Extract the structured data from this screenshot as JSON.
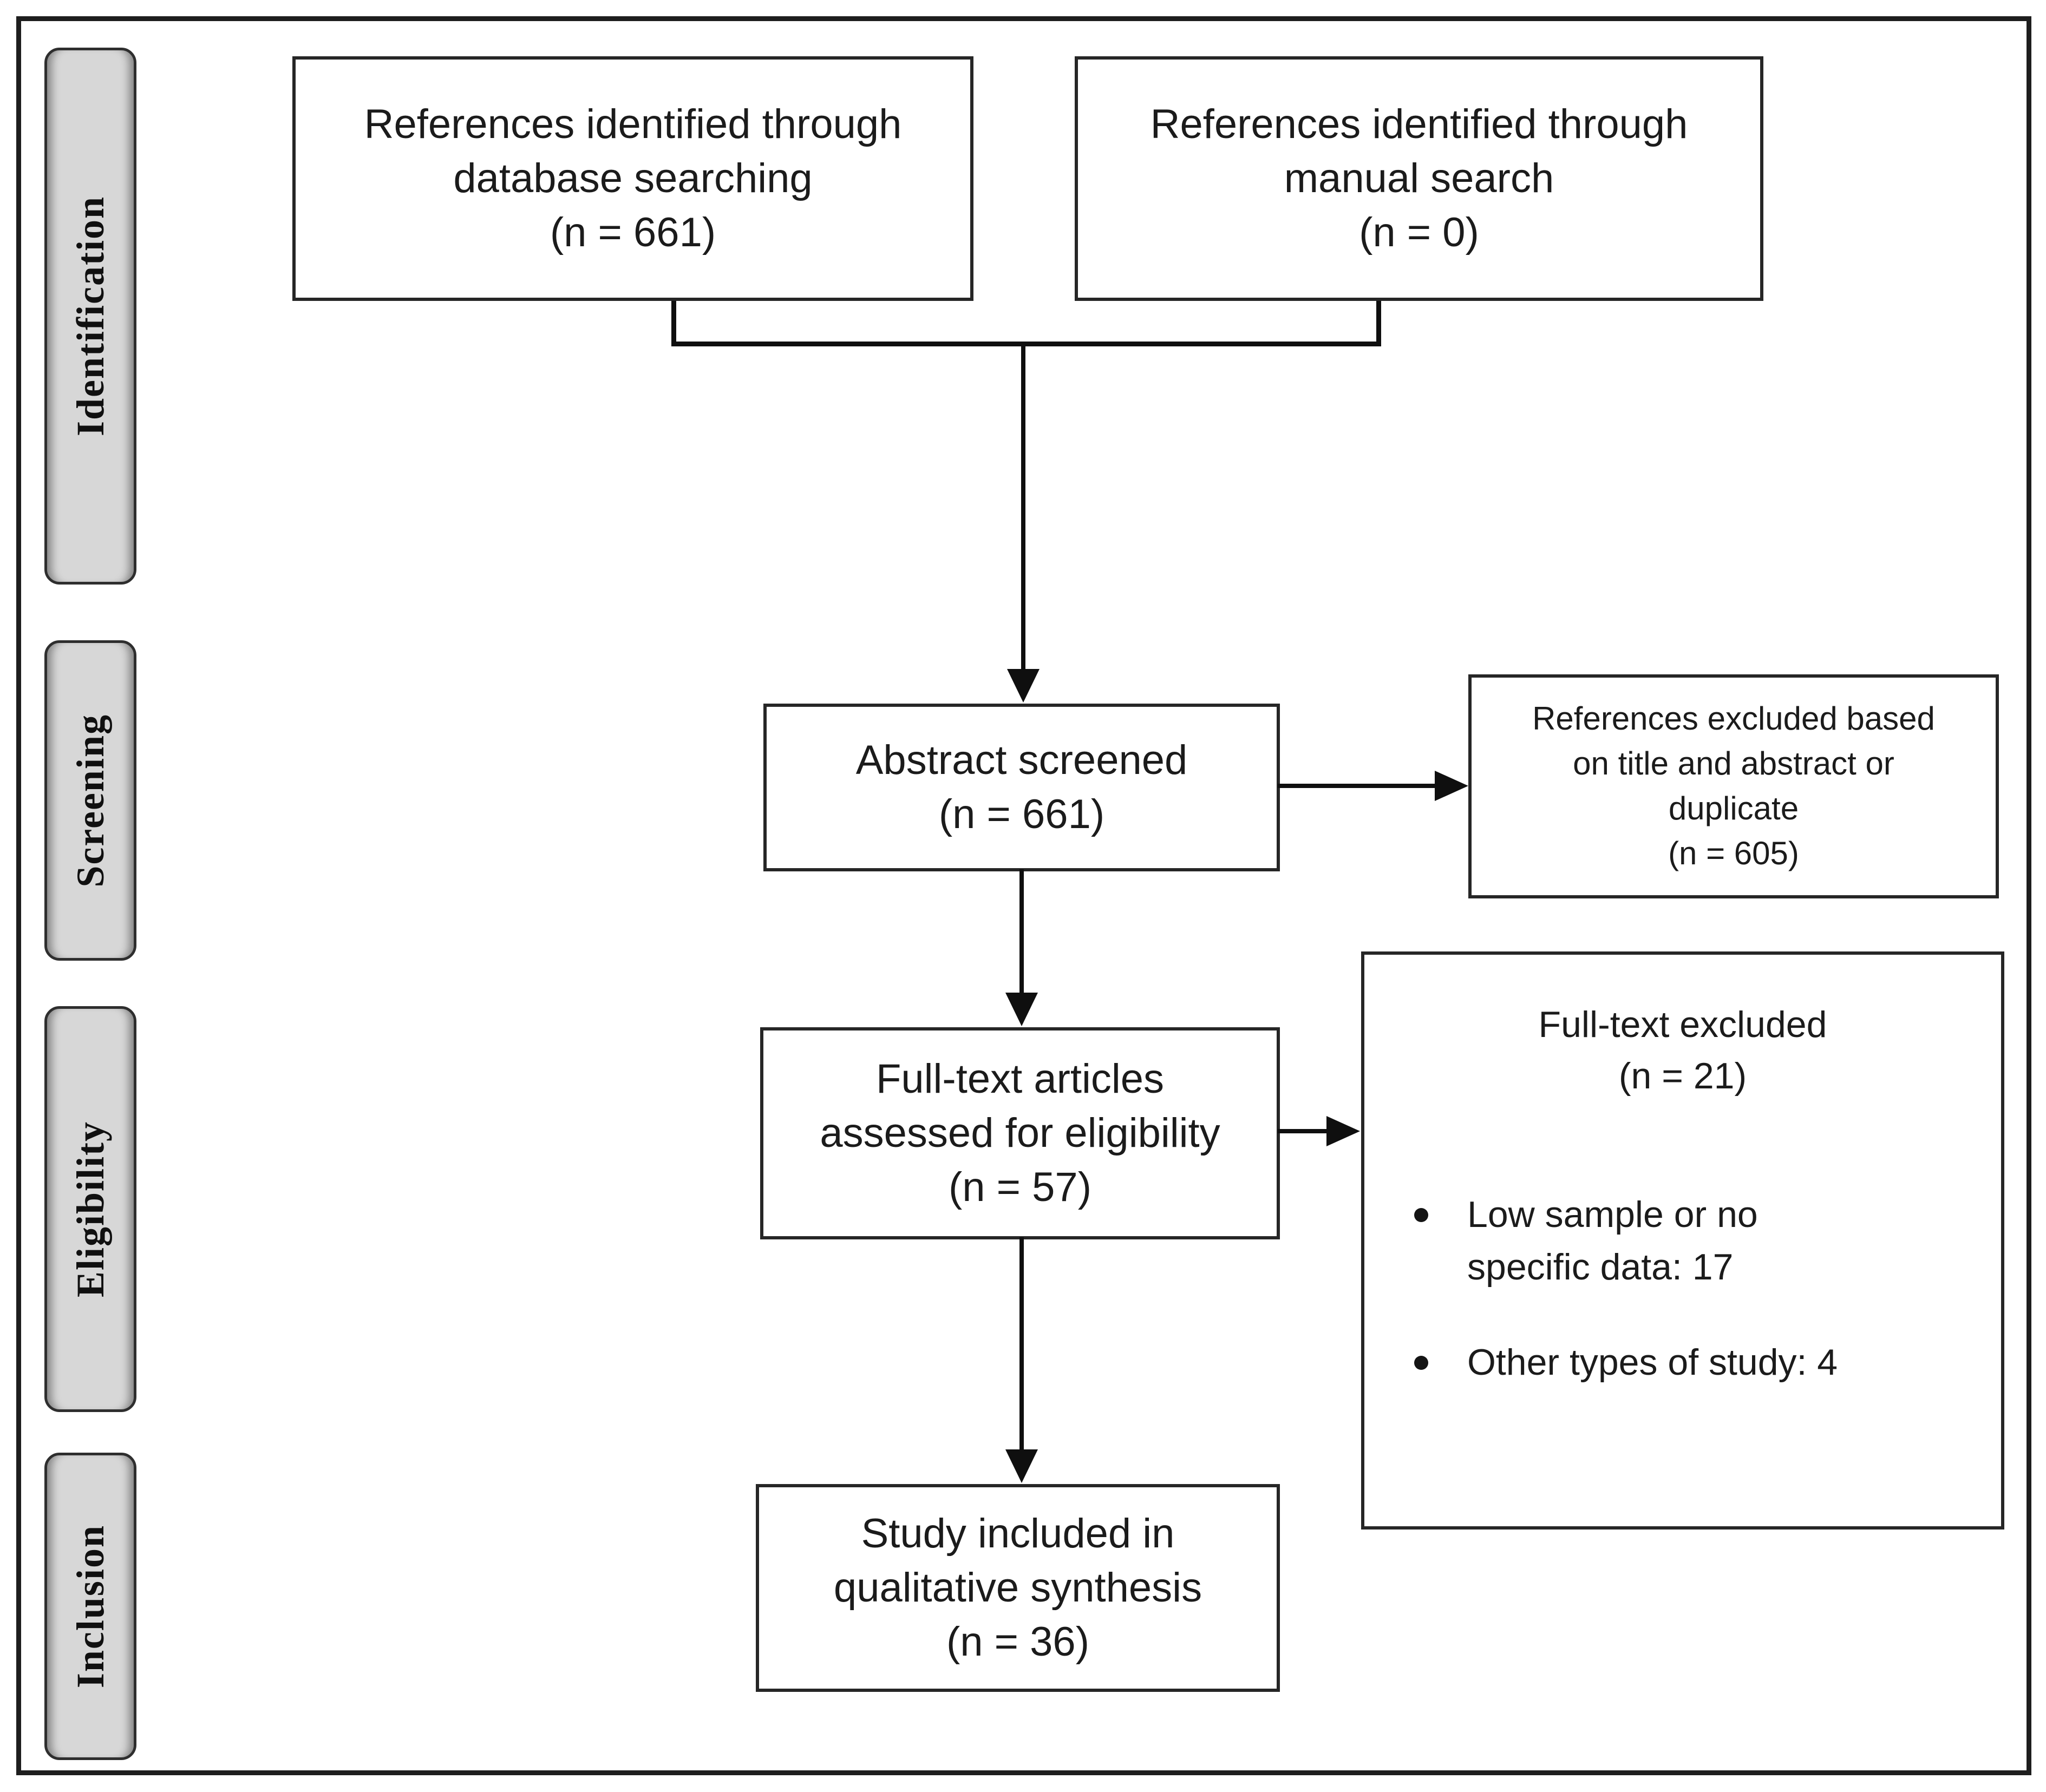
{
  "diagram": {
    "stages": {
      "identification": "Identification",
      "screening": "Screening",
      "eligibility": "Eligibility",
      "inclusion": "Inclusion"
    },
    "boxes": {
      "database_search": "References identified through\ndatabase searching\n(n = 661)",
      "manual_search": "References identified through\nmanual search\n(n = 0)",
      "abstract_screened": "Abstract screened\n(n = 661)",
      "excluded_title_abstract": "References excluded based\non title and abstract or\nduplicate\n(n = 605)",
      "fulltext_assessed": "Full-text articles\nassessed for eligibility\n(n = 57)",
      "fulltext_excluded_title": "Full-text excluded\n(n = 21)",
      "fulltext_excluded_bullets": [
        "Low sample or no\nspecific data: 17",
        "Other types of study: 4"
      ],
      "study_included": "Study included in\nqualitative synthesis\n(n = 36)"
    },
    "counts": {
      "identified_database": 661,
      "identified_manual": 0,
      "abstract_screened": 661,
      "excluded_title_abstract_or_duplicate": 605,
      "fulltext_assessed": 57,
      "fulltext_excluded": 21,
      "low_sample_or_no_specific_data": 17,
      "other_types_of_study": 4,
      "included_qualitative_synthesis": 36
    },
    "icons": {
      "bullet": "filled-circle",
      "arrow": "solid-triangle"
    },
    "colors": {
      "background": "#ffffff",
      "stage_fill": "#d7d7d7",
      "stage_border": "#2e2e2e",
      "box_border": "#262626",
      "connector": "#0f0f0f",
      "text": "#1b1b1b"
    }
  }
}
